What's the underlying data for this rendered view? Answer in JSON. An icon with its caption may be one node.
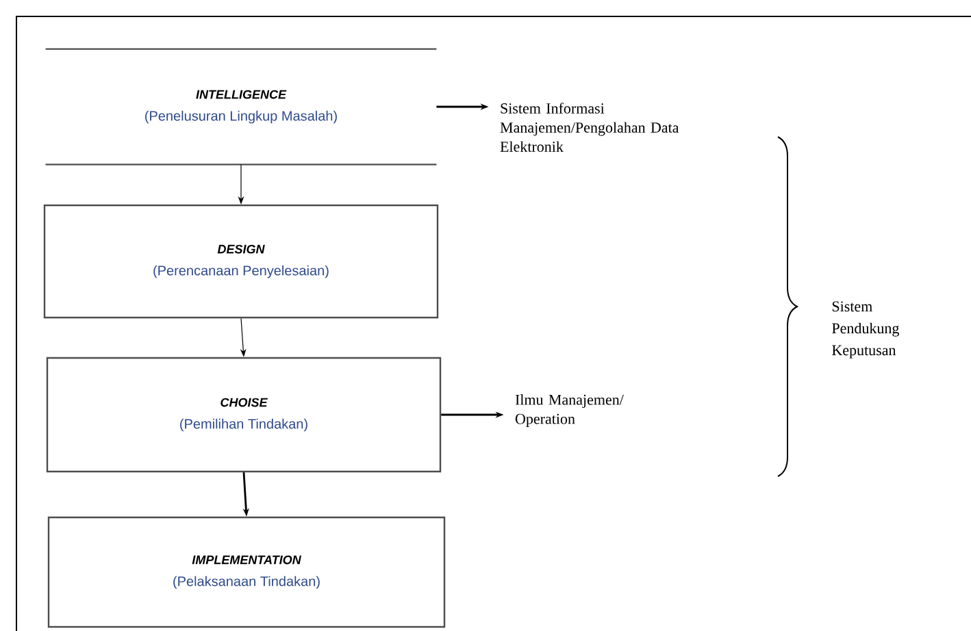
{
  "diagram": {
    "nodes": [
      {
        "text": [
          "INTELLIGENCE",
          "(Penelusuran Lingkup Masalah)"
        ]
      },
      {
        "text": [
          "DESIGN",
          "(Perencanaan Penyelesaian)"
        ]
      },
      {
        "text": [
          "CHOISE",
          "(Pemilihan Tindakan)"
        ]
      },
      {
        "text": [
          "IMPLEMENTATION",
          "(Pelaksanaan Tindakan)"
        ]
      },
      {
        "text": [
          "Sistem Informasi Manajemen/Pengolahan Data Elektronik"
        ]
      },
      {
        "text": [
          "Ilmu Manajemen/ Operation"
        ]
      }
    ],
    "edges": [
      {
        "from": 0,
        "to": 1,
        "arrow": "to"
      },
      {
        "from": 1,
        "to": 2,
        "arrow": "to"
      },
      {
        "from": 2,
        "to": 3,
        "arrow": "to"
      },
      {
        "from": 0,
        "to": 4,
        "arrow": "to"
      },
      {
        "from": 2,
        "to": 5,
        "arrow": "to"
      }
    ],
    "labels": [
      "Sistem Pendukung Keputusan"
    ]
  }
}
